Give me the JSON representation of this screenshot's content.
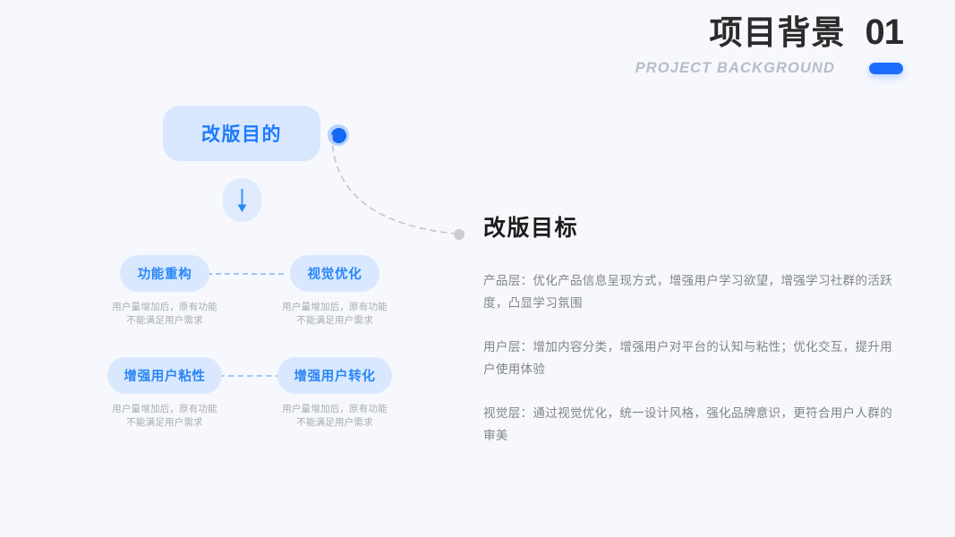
{
  "header": {
    "title_cn": "项目背景",
    "number": "01",
    "title_en": "PROJECT BACKGROUND",
    "accent_color": "#1d6cfd",
    "pill_name": "decorative-pill"
  },
  "diagram": {
    "main_node": {
      "label": "改版目的"
    },
    "connector_dot": {
      "name": "blue-node-dot"
    },
    "arrow": {
      "name": "down-arrow-icon"
    },
    "end_dot": {
      "name": "curve-end-dot"
    },
    "rows": [
      {
        "left": {
          "label": "功能重构",
          "caption": "用户量增加后，原有功能\n不能满足用户需求"
        },
        "right": {
          "label": "视觉优化",
          "caption": "用户量增加后，原有功能\n不能满足用户需求"
        }
      },
      {
        "left": {
          "label": "增强用户粘性",
          "caption": "用户量增加后，原有功能\n不能满足用户需求"
        },
        "right": {
          "label": "增强用户转化",
          "caption": "用户量增加后，原有功能\n不能满足用户需求"
        }
      }
    ]
  },
  "panel": {
    "title": "改版目标",
    "paragraphs": [
      "产品层：优化产品信息呈现方式，增强用户学习欲望，增强学习社群的活跃度，凸显学习氛围",
      "用户层：增加内容分类，增强用户对平台的认知与粘性；优化交互，提升用户使用体验",
      "视觉层：通过视觉优化，统一设计风格，强化品牌意识，更符合用户人群的审美"
    ]
  },
  "colors": {
    "background": "#f6f8fd",
    "accent_blue": "#1d6cfd",
    "node_fill": "#d9e7fe",
    "node_text": "#1d7bfd",
    "caption_text": "#a9abb4",
    "body_text": "#82848c",
    "heading_text": "#1c1c1c"
  }
}
